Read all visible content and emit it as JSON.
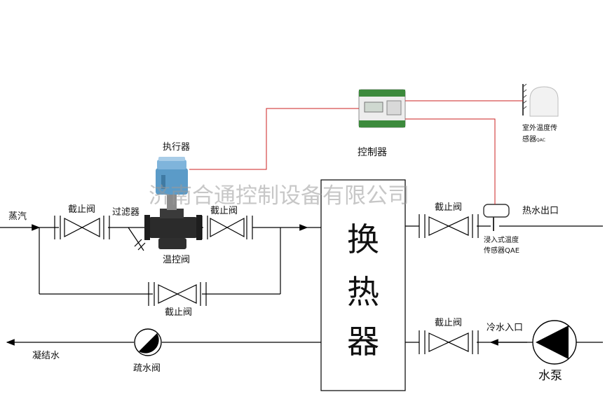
{
  "labels": {
    "steam": "蒸汽",
    "shutoff_valve": "截止阀",
    "filter": "过滤器",
    "actuator": "执行器",
    "temp_control_valve": "温控阀",
    "controller": "控制器",
    "heat_exchanger_chars": [
      "换",
      "热",
      "器"
    ],
    "hot_water_outlet": "热水出口",
    "immersion_sensor_line1": "浸入式温度",
    "immersion_sensor_line2": "传感器QAE",
    "outdoor_sensor_line1": "室外温度传",
    "outdoor_sensor_line2": "感器",
    "outdoor_sensor_sub": "QAC",
    "condensate": "凝结水",
    "drain_valve": "疏水阀",
    "cold_water_inlet": "冷水入口",
    "water_pump": "水泵",
    "watermark": "济南合通控制设备有限公司"
  },
  "colors": {
    "pipe": "#000000",
    "signal_wire": "#cc2222",
    "actuator": "#5b9bc8",
    "valve_body": "#2b2b2b"
  }
}
